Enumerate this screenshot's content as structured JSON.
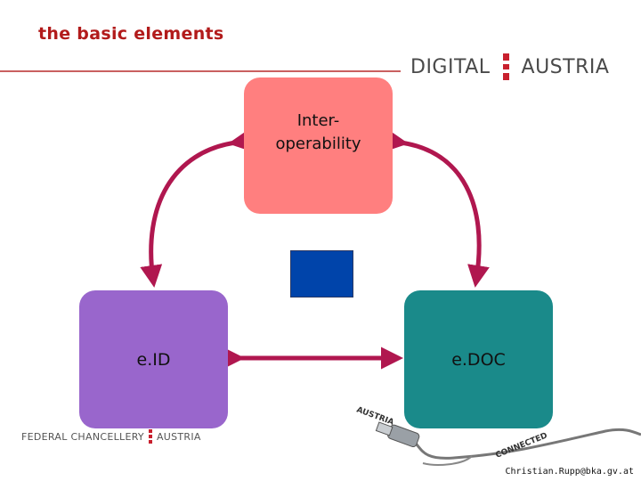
{
  "header": {
    "title": "the basic elements",
    "logo_left": "DIGITAL",
    "logo_right": "AUSTRIA"
  },
  "diagram": {
    "nodes": {
      "interop": "Inter-\noperability",
      "eid": "e.ID",
      "edoc": "e.DOC"
    },
    "colors": {
      "interop": "#ff7f7f",
      "eid": "#9966cc",
      "edoc": "#1a8a8a",
      "center": "#0044aa",
      "arrow": "#b0174f"
    }
  },
  "footer": {
    "chancellery_left": "FEDERAL CHANCELLERY",
    "chancellery_right": "AUSTRIA",
    "usb_top_text": "AUSTRIA",
    "usb_bottom_text": "CONNECTED",
    "email": "Christian.Rupp@bka.gv.at"
  }
}
